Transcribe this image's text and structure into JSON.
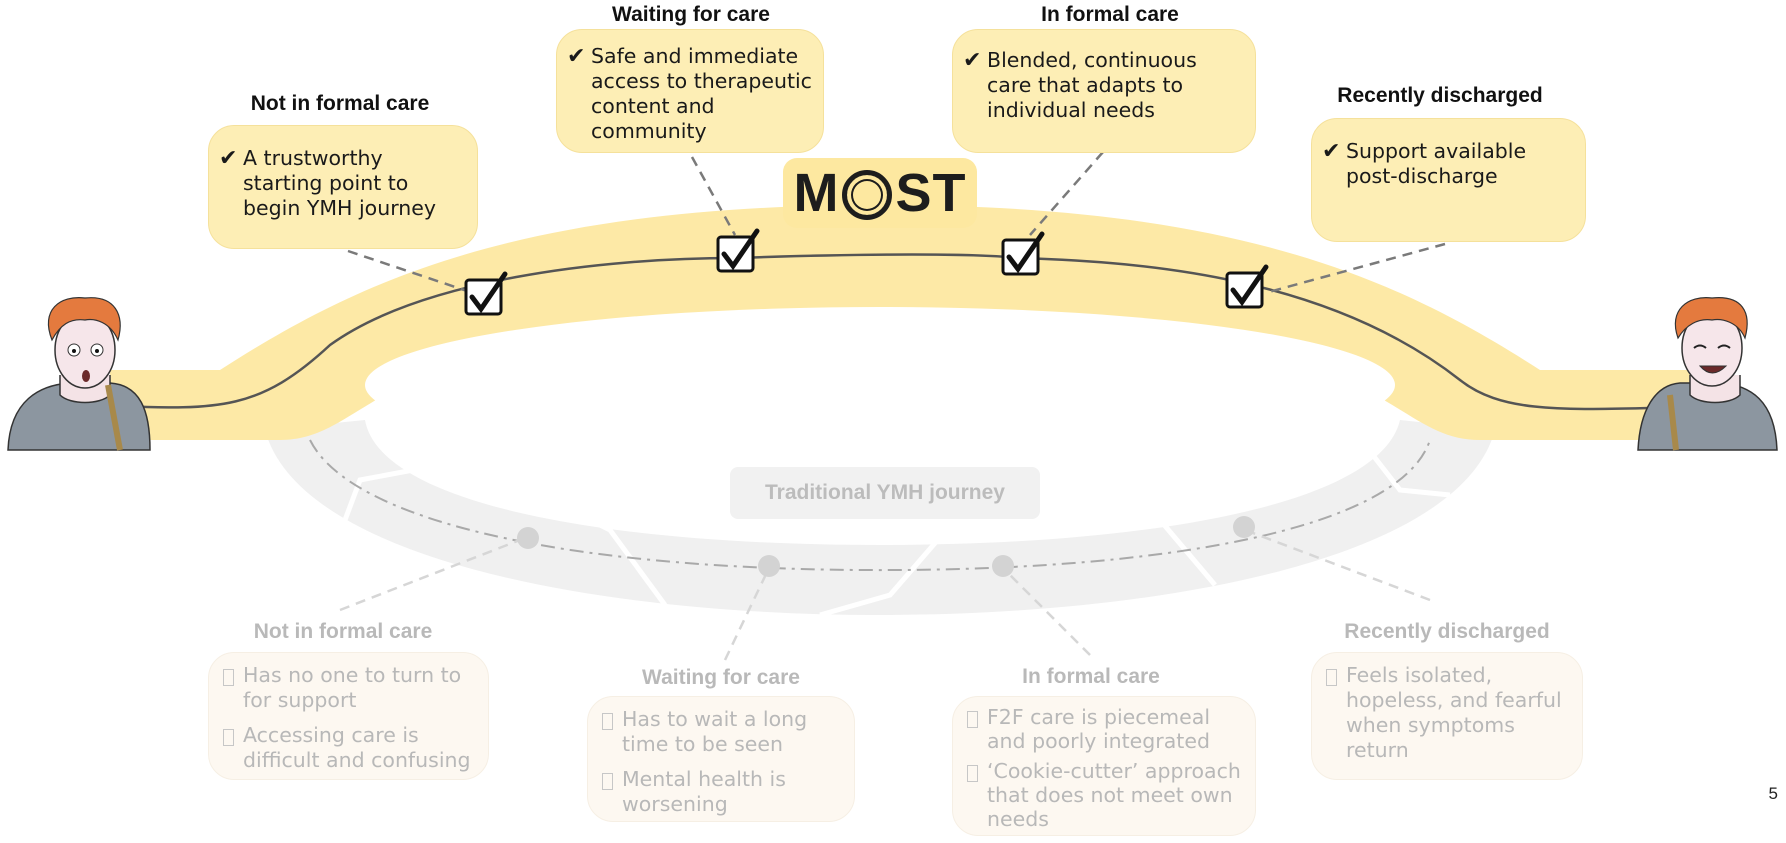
{
  "logo": {
    "text_left": "M",
    "text_right": "ST"
  },
  "most_journey": {
    "stages": [
      {
        "title": "Not in formal care",
        "items": [
          "A trustworthy starting point to begin YMH journey"
        ]
      },
      {
        "title": "Waiting for care",
        "items": [
          "Safe and immediate access to therapeutic content and community"
        ]
      },
      {
        "title": "In formal care",
        "items": [
          "Blended, continuous care that adapts to individual needs"
        ]
      },
      {
        "title": "Recently discharged",
        "items": [
          "Support available post-discharge"
        ]
      }
    ],
    "check_glyph": "✔"
  },
  "traditional_journey": {
    "label": "Traditional YMH journey",
    "stages": [
      {
        "title": "Not in formal care",
        "items": [
          "Has no one to turn to for support",
          "Accessing care is difficult and confusing"
        ]
      },
      {
        "title": "Waiting for care",
        "items": [
          "Has to wait a long time to be seen",
          "Mental health is worsening"
        ]
      },
      {
        "title": "In formal care",
        "items": [
          "F2F care is piecemeal and poorly integrated",
          "‘Cookie-cutter’ approach that does not meet own needs"
        ]
      },
      {
        "title": "Recently discharged",
        "items": [
          "Feels isolated, hopeless, and fearful when symptoms return"
        ]
      }
    ]
  },
  "page_number": "5",
  "colors": {
    "path_yellow": "#fde9a6",
    "path_grey": "#f0f0f0",
    "card_yellow": "#fdeeb5",
    "card_faded": "#fdf8f1",
    "text_faded": "#b9b9b9"
  }
}
